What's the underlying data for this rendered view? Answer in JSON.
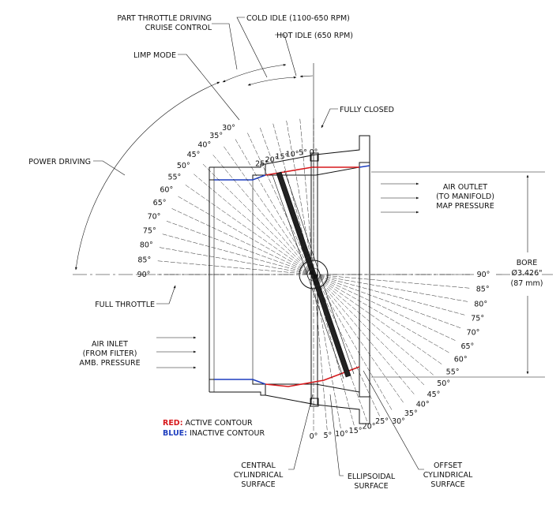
{
  "labels": {
    "part_throttle_1": "PART THROTTLE DRIVING",
    "part_throttle_2": "CRUISE CONTROL",
    "cold_idle": "COLD IDLE (1100-650 RPM)",
    "hot_idle": "HOT IDLE (650 RPM)",
    "limp_mode": "LIMP MODE",
    "fully_closed": "FULLY CLOSED",
    "power_driving": "POWER DRIVING",
    "full_throttle": "FULL THROTTLE",
    "air_outlet_1": "AIR OUTLET",
    "air_outlet_2": "(TO MANIFOLD)",
    "air_outlet_3": "MAP PRESSURE",
    "air_inlet_1": "AIR INLET",
    "air_inlet_2": "(FROM FILTER)",
    "air_inlet_3": "AMB. PRESSURE",
    "bore_1": "BORE",
    "bore_2": "Ø3.426\"",
    "bore_3": "(87 mm)",
    "central_1": "CENTRAL",
    "central_2": "CYLINDRICAL",
    "central_3": "SURFACE",
    "ellipsoidal_1": "ELLIPSOIDAL",
    "ellipsoidal_2": "SURFACE",
    "offset_1": "OFFSET",
    "offset_2": "CYLINDRICAL",
    "offset_3": "SURFACE"
  },
  "legend": {
    "red_key": "RED:",
    "red_text": " ACTIVE CONTOUR",
    "blue_key": "BLUE:",
    "blue_text": " INACTIVE CONTOUR"
  },
  "angles_upper": [
    "0°",
    "5°",
    "10°",
    "15°",
    "20°",
    "25°",
    "30°",
    "35°",
    "40°",
    "45°",
    "50°",
    "55°",
    "60°",
    "65°",
    "70°",
    "75°",
    "80°",
    "85°",
    "90°"
  ],
  "angles_lower": [
    "0°",
    "5°",
    "10°",
    "15°",
    "20°",
    "25°",
    "30°",
    "35°",
    "40°",
    "45°",
    "50°",
    "55°",
    "60°",
    "65°",
    "70°",
    "75°",
    "80°",
    "85°",
    "90°"
  ],
  "colors": {
    "active": "#d7191c",
    "inactive": "#1f3fbf",
    "line": "#111111"
  }
}
